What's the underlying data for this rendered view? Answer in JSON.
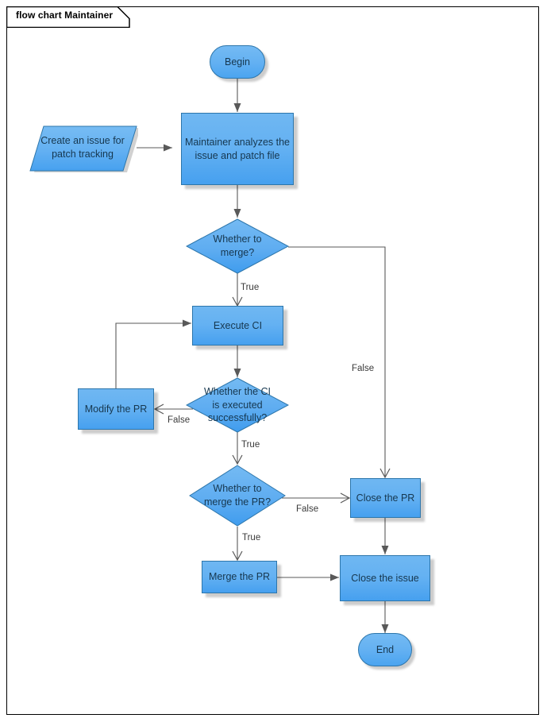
{
  "frame": {
    "title": "flow chart Maintainer"
  },
  "theme": {
    "node_fill_top": "#6fb7f2",
    "node_fill_bottom": "#46a0ef",
    "node_border": "#2d76ab",
    "node_text": "#16374f",
    "edge_stroke": "#595959",
    "edge_label_text": "#3a3a3a",
    "frame_border": "#000000",
    "background": "#ffffff"
  },
  "nodes": [
    {
      "id": "begin",
      "label": "Begin",
      "shape": "stadium"
    },
    {
      "id": "create-issue",
      "label": "Create an issue for\npatch tracking",
      "shape": "parallelogram"
    },
    {
      "id": "analyze",
      "label": "Maintainer analyzes the\nissue and patch file",
      "shape": "rectangle"
    },
    {
      "id": "merge-q",
      "label": "Whether to\nmerge?",
      "shape": "diamond"
    },
    {
      "id": "execute-ci",
      "label": "Execute CI",
      "shape": "rectangle"
    },
    {
      "id": "ci-ok-q",
      "label": "Whether the CI\nis executed\nsuccessfully?",
      "shape": "diamond"
    },
    {
      "id": "modify-pr",
      "label": "Modify the PR",
      "shape": "rectangle"
    },
    {
      "id": "merge-pr-q",
      "label": "Whether to\nmerge the PR?",
      "shape": "diamond"
    },
    {
      "id": "close-pr",
      "label": "Close the PR",
      "shape": "rectangle"
    },
    {
      "id": "merge-pr",
      "label": "Merge the PR",
      "shape": "rectangle"
    },
    {
      "id": "close-issue",
      "label": "Close the issue",
      "shape": "rectangle"
    },
    {
      "id": "end",
      "label": "End",
      "shape": "stadium"
    }
  ],
  "edge_labels": {
    "merge_true": "True",
    "merge_false": "False",
    "ci_false": "False",
    "ci_true": "True",
    "merge_pr_false": "False",
    "merge_pr_true": "True"
  },
  "edges": [
    {
      "from": "begin",
      "to": "analyze",
      "label": ""
    },
    {
      "from": "create-issue",
      "to": "analyze",
      "label": ""
    },
    {
      "from": "analyze",
      "to": "merge-q",
      "label": ""
    },
    {
      "from": "merge-q",
      "to": "execute-ci",
      "label": "True"
    },
    {
      "from": "merge-q",
      "to": "close-pr",
      "label": "False"
    },
    {
      "from": "execute-ci",
      "to": "ci-ok-q",
      "label": ""
    },
    {
      "from": "ci-ok-q",
      "to": "modify-pr",
      "label": "False"
    },
    {
      "from": "modify-pr",
      "to": "execute-ci",
      "label": ""
    },
    {
      "from": "ci-ok-q",
      "to": "merge-pr-q",
      "label": "True"
    },
    {
      "from": "merge-pr-q",
      "to": "close-pr",
      "label": "False"
    },
    {
      "from": "merge-pr-q",
      "to": "merge-pr",
      "label": "True"
    },
    {
      "from": "merge-pr",
      "to": "close-issue",
      "label": ""
    },
    {
      "from": "close-pr",
      "to": "close-issue",
      "label": ""
    },
    {
      "from": "close-issue",
      "to": "end",
      "label": ""
    }
  ]
}
